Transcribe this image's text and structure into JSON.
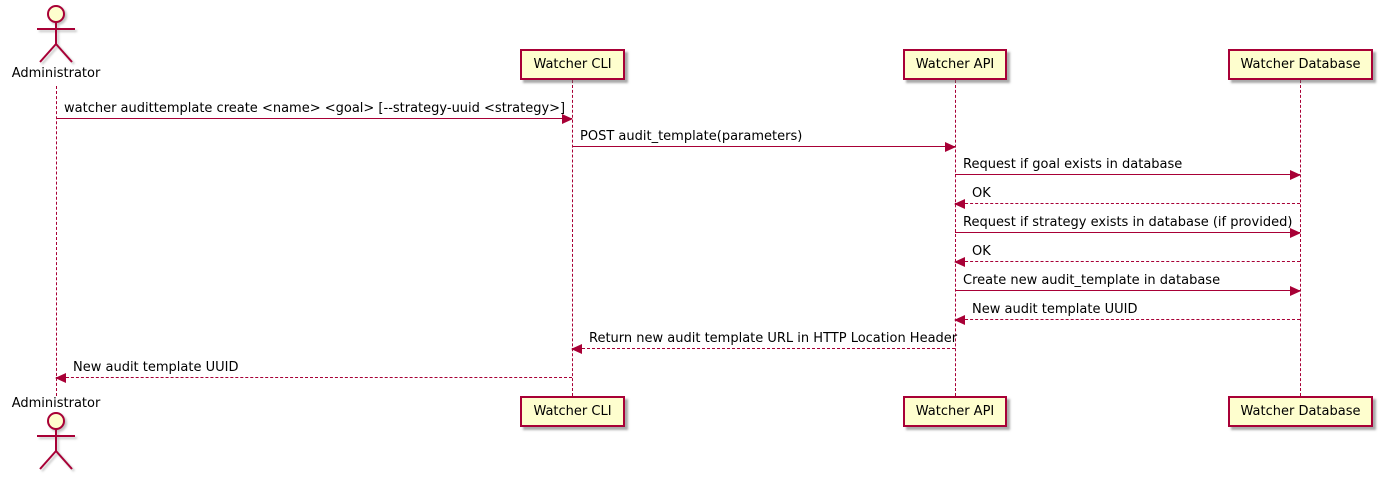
{
  "diagram": {
    "type": "sequence-diagram",
    "colors": {
      "accent": "#A80036",
      "participant_fill": "#FEFECE",
      "text": "#000000",
      "background": "#FFFFFF"
    },
    "actors": [
      {
        "id": "administrator",
        "label": "Administrator"
      }
    ],
    "participants": [
      {
        "id": "cli",
        "label": "Watcher CLI"
      },
      {
        "id": "api",
        "label": "Watcher API"
      },
      {
        "id": "db",
        "label": "Watcher Database"
      }
    ],
    "messages": [
      {
        "from": "administrator",
        "to": "cli",
        "style": "solid",
        "label": "watcher audittemplate create <name> <goal> [--strategy-uuid <strategy>]"
      },
      {
        "from": "cli",
        "to": "api",
        "style": "solid",
        "label": "POST audit_template(parameters)"
      },
      {
        "from": "api",
        "to": "db",
        "style": "solid",
        "label": "Request if goal exists in database"
      },
      {
        "from": "db",
        "to": "api",
        "style": "dashed",
        "label": "OK"
      },
      {
        "from": "api",
        "to": "db",
        "style": "solid",
        "label": "Request if strategy exists in database (if provided)"
      },
      {
        "from": "db",
        "to": "api",
        "style": "dashed",
        "label": "OK"
      },
      {
        "from": "api",
        "to": "db",
        "style": "solid",
        "label": "Create new audit_template in database"
      },
      {
        "from": "db",
        "to": "api",
        "style": "dashed",
        "label": "New audit template UUID"
      },
      {
        "from": "api",
        "to": "cli",
        "style": "dashed",
        "label": "Return new audit template URL in HTTP Location Header"
      },
      {
        "from": "cli",
        "to": "administrator",
        "style": "dashed",
        "label": "New audit template UUID"
      }
    ]
  }
}
